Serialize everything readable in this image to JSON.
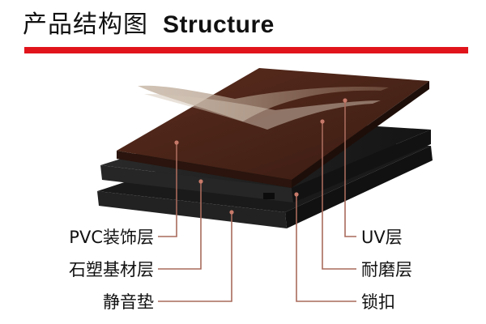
{
  "header": {
    "title_cn": "产品结构图",
    "title_en": "Structure",
    "accent_color": "#e1141c"
  },
  "layers": {
    "pvc_decor": "PVC装饰层",
    "stone_plastic_core": "石塑基材层",
    "silent_pad": "静音垫",
    "uv": "UV层",
    "wear": "耐磨层",
    "lock": "锁扣"
  },
  "colors": {
    "wood_top": "#4a2418",
    "core": "#1e1e1e",
    "leader_line": "#a86a5c"
  }
}
